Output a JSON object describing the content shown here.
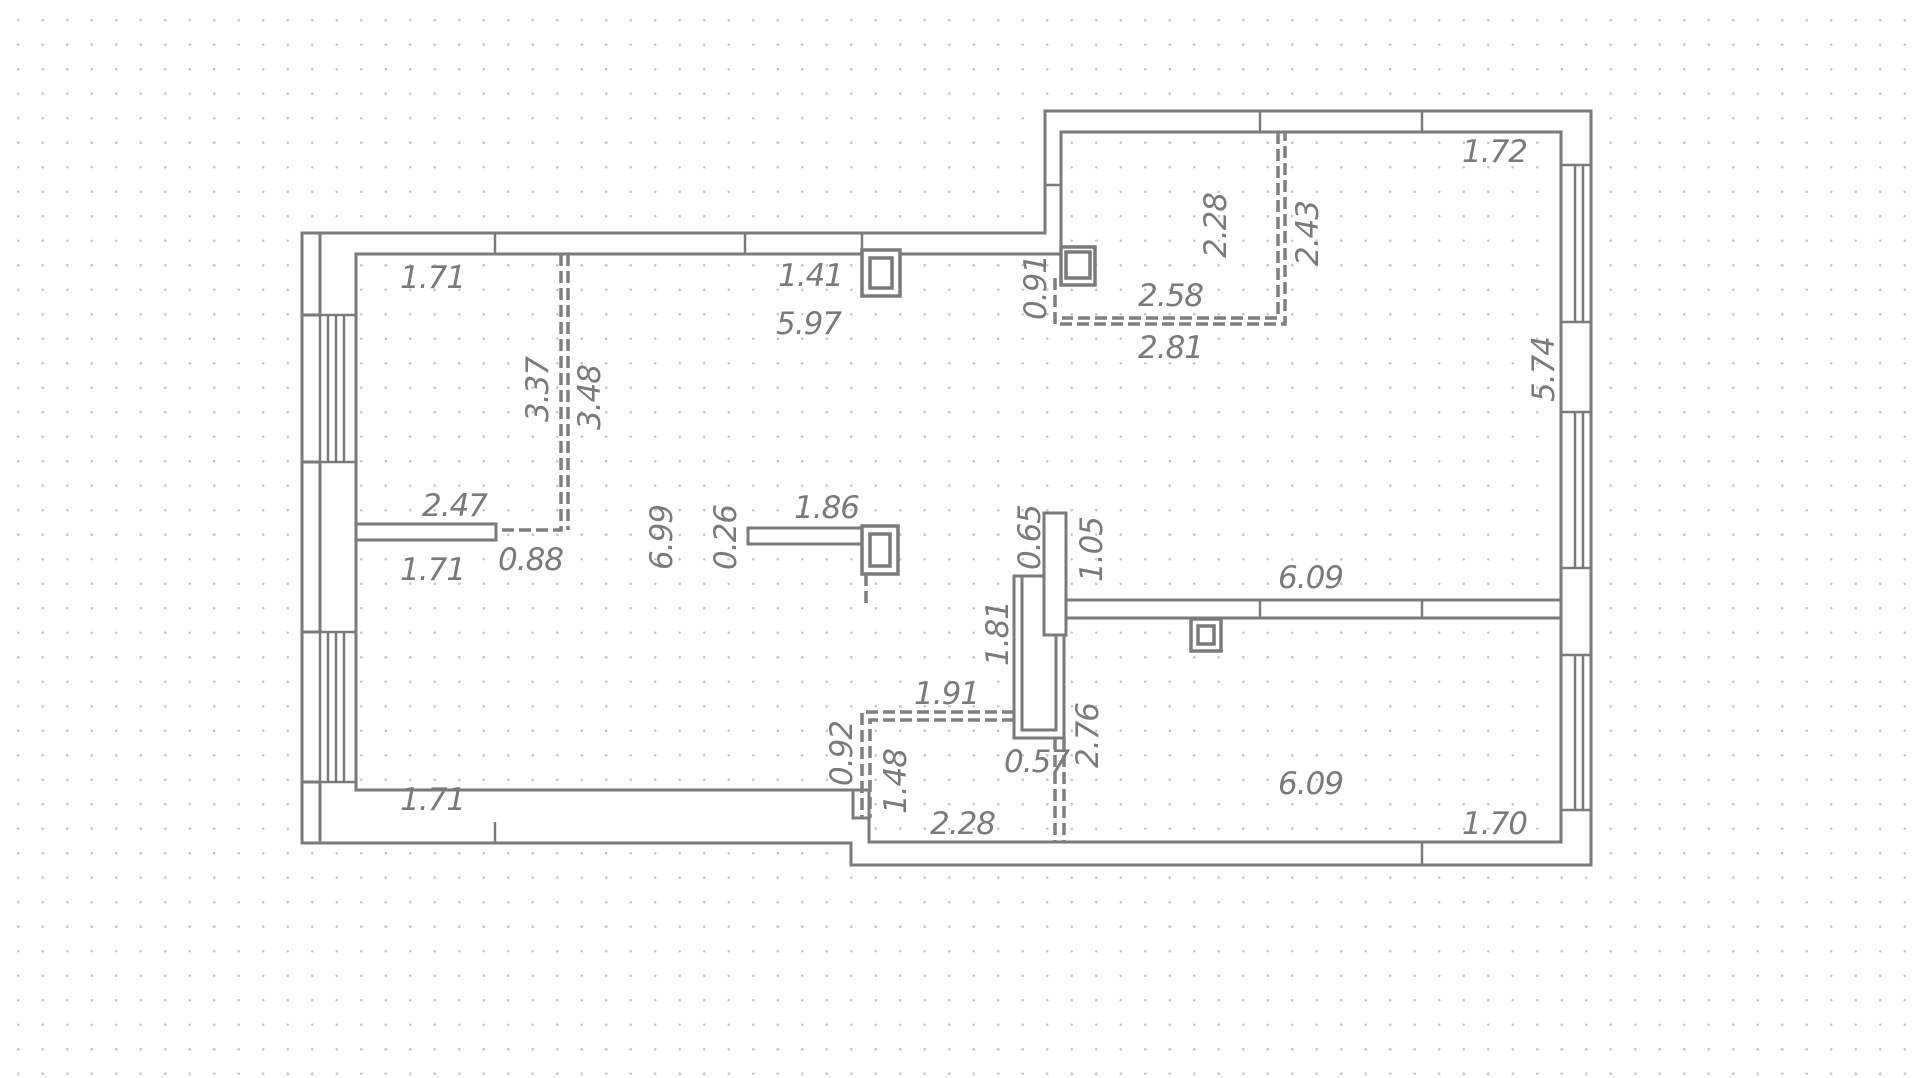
{
  "diagram": {
    "type": "floor-plan",
    "colors": {
      "background": "#ffffff",
      "grid_dot": "#c9c9c9",
      "wall": "#7a7a7a",
      "label": "#7a7a7a"
    },
    "dimensions": [
      {
        "id": "d1",
        "text": "1.71"
      },
      {
        "id": "d2",
        "text": "1.41"
      },
      {
        "id": "d3",
        "text": "5.97"
      },
      {
        "id": "d4",
        "text": "0.91"
      },
      {
        "id": "d5",
        "text": "2.28"
      },
      {
        "id": "d6",
        "text": "2.43"
      },
      {
        "id": "d7",
        "text": "2.58"
      },
      {
        "id": "d8",
        "text": "2.81"
      },
      {
        "id": "d9",
        "text": "1.72"
      },
      {
        "id": "d10",
        "text": "5.74"
      },
      {
        "id": "d11",
        "text": "3.37"
      },
      {
        "id": "d12",
        "text": "3.48"
      },
      {
        "id": "d13",
        "text": "2.47"
      },
      {
        "id": "d14",
        "text": "1.71"
      },
      {
        "id": "d15",
        "text": "0.88"
      },
      {
        "id": "d16",
        "text": "6.99"
      },
      {
        "id": "d17",
        "text": "0.26"
      },
      {
        "id": "d18",
        "text": "1.86"
      },
      {
        "id": "d19",
        "text": "0.65"
      },
      {
        "id": "d20",
        "text": "1.05"
      },
      {
        "id": "d21",
        "text": "6.09"
      },
      {
        "id": "d22",
        "text": "1.81"
      },
      {
        "id": "d23",
        "text": "1.91"
      },
      {
        "id": "d24",
        "text": "0.92"
      },
      {
        "id": "d25",
        "text": "1.48"
      },
      {
        "id": "d26",
        "text": "0.57"
      },
      {
        "id": "d27",
        "text": "2.76"
      },
      {
        "id": "d28",
        "text": "6.09"
      },
      {
        "id": "d29",
        "text": "1.71"
      },
      {
        "id": "d30",
        "text": "2.28"
      },
      {
        "id": "d31",
        "text": "1.70"
      }
    ]
  }
}
